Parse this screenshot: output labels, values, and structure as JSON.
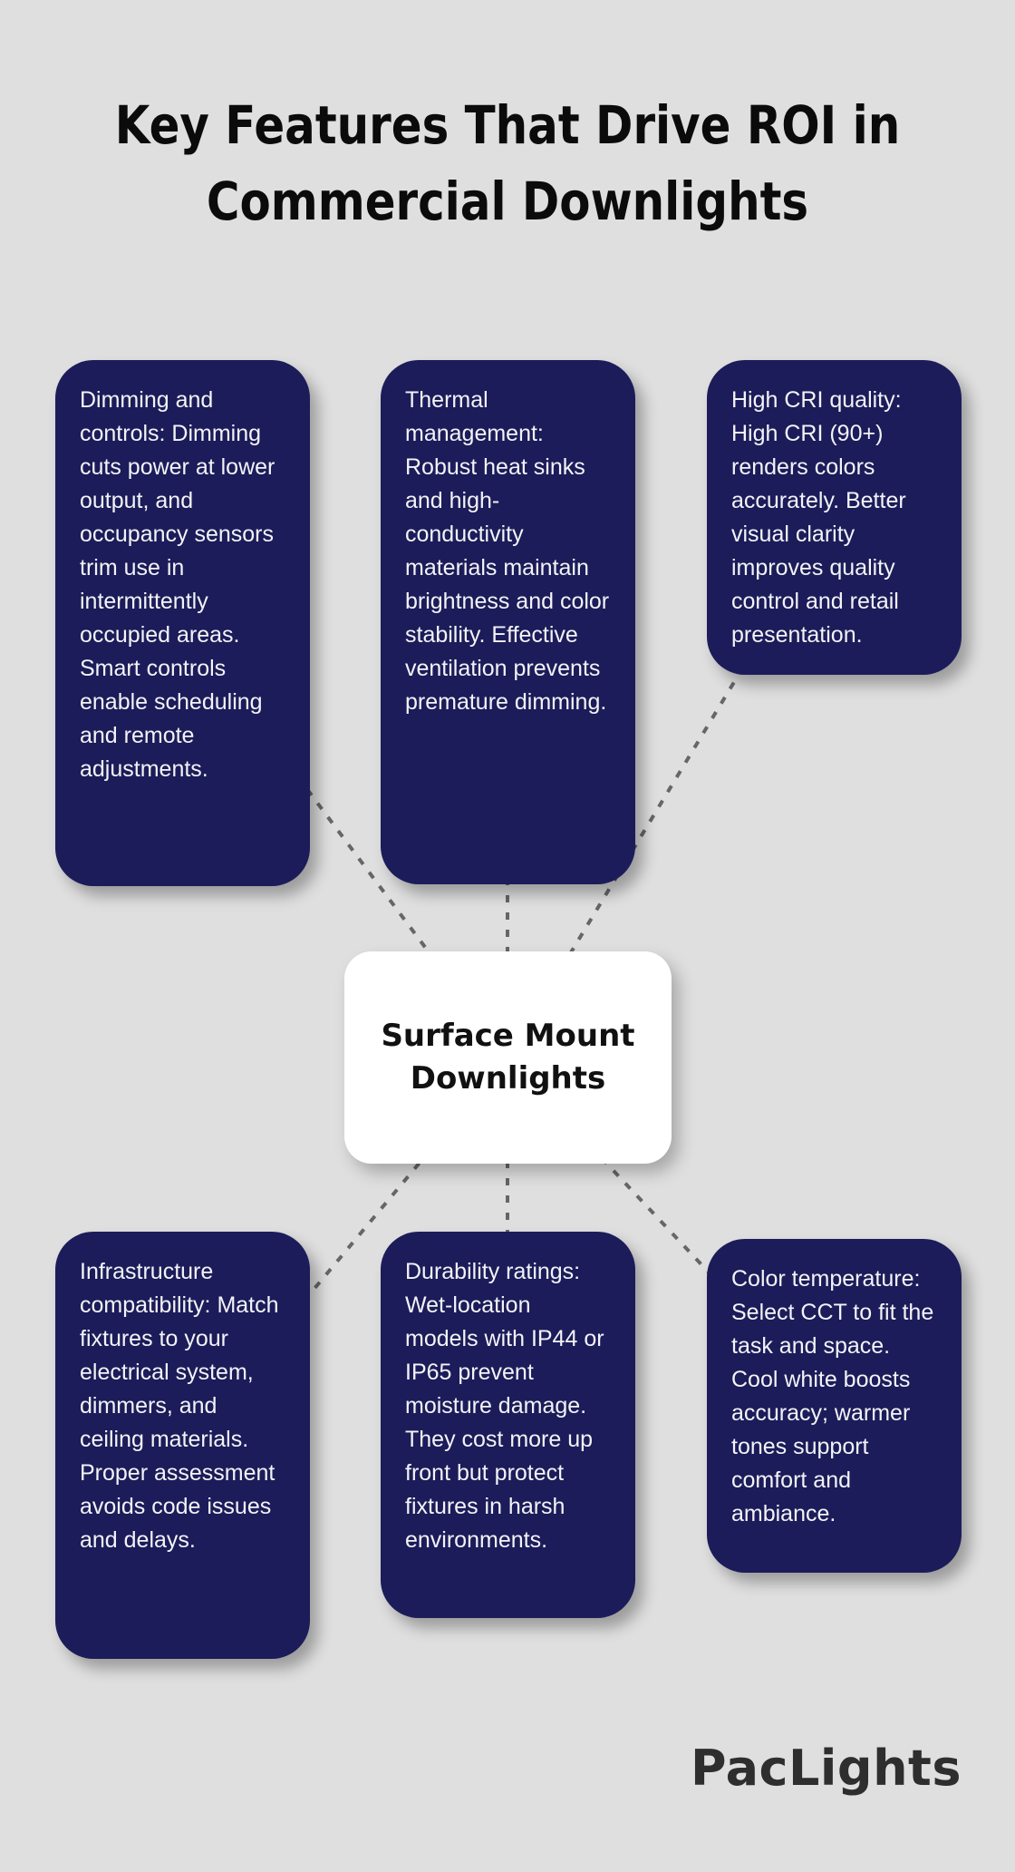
{
  "header": {
    "title_full": "Key Features That Drive ROI in Commercial Downlights",
    "lines": [
      "Key Features That Drive ROI in",
      "Commercial Downlights"
    ]
  },
  "center": {
    "label": "Surface Mount Downlights"
  },
  "cards": [
    {
      "text": "Dimming and controls: Dimming cuts power at lower output, and occupancy sensors trim use in intermittently occupied areas. Smart controls enable scheduling and remote adjustments."
    },
    {
      "text": "Thermal management: Robust heat sinks and high-conductivity materials maintain brightness and color stability. Effective ventilation prevents premature dimming."
    },
    {
      "text": "High CRI quality: High CRI (90+) renders colors accurately. Better visual clarity improves quality control and retail presentation."
    },
    {
      "text": "Infrastructure compatibility: Match fixtures to your electrical system, dimmers, and ceiling materials. Proper assessment avoids code issues and delays."
    },
    {
      "text": "Durability ratings: Wet-location models with IP44 or IP65 prevent moisture damage. They cost more up front but protect fixtures in harsh environments."
    },
    {
      "text": "Color temperature: Select CCT to fit the task and space. Cool white boosts accuracy; warmer tones support comfort and ambiance."
    }
  ],
  "footer": {
    "logo": "PacLights"
  },
  "colors": {
    "background": "#dfdfdf",
    "card_fill": "#1c1c5a",
    "card_text": "#f3f3f6",
    "center_fill": "#ffffff",
    "center_text": "#111111",
    "connector": "#666666",
    "title": "#0b0b0b",
    "logo": "#2e2e2e"
  }
}
